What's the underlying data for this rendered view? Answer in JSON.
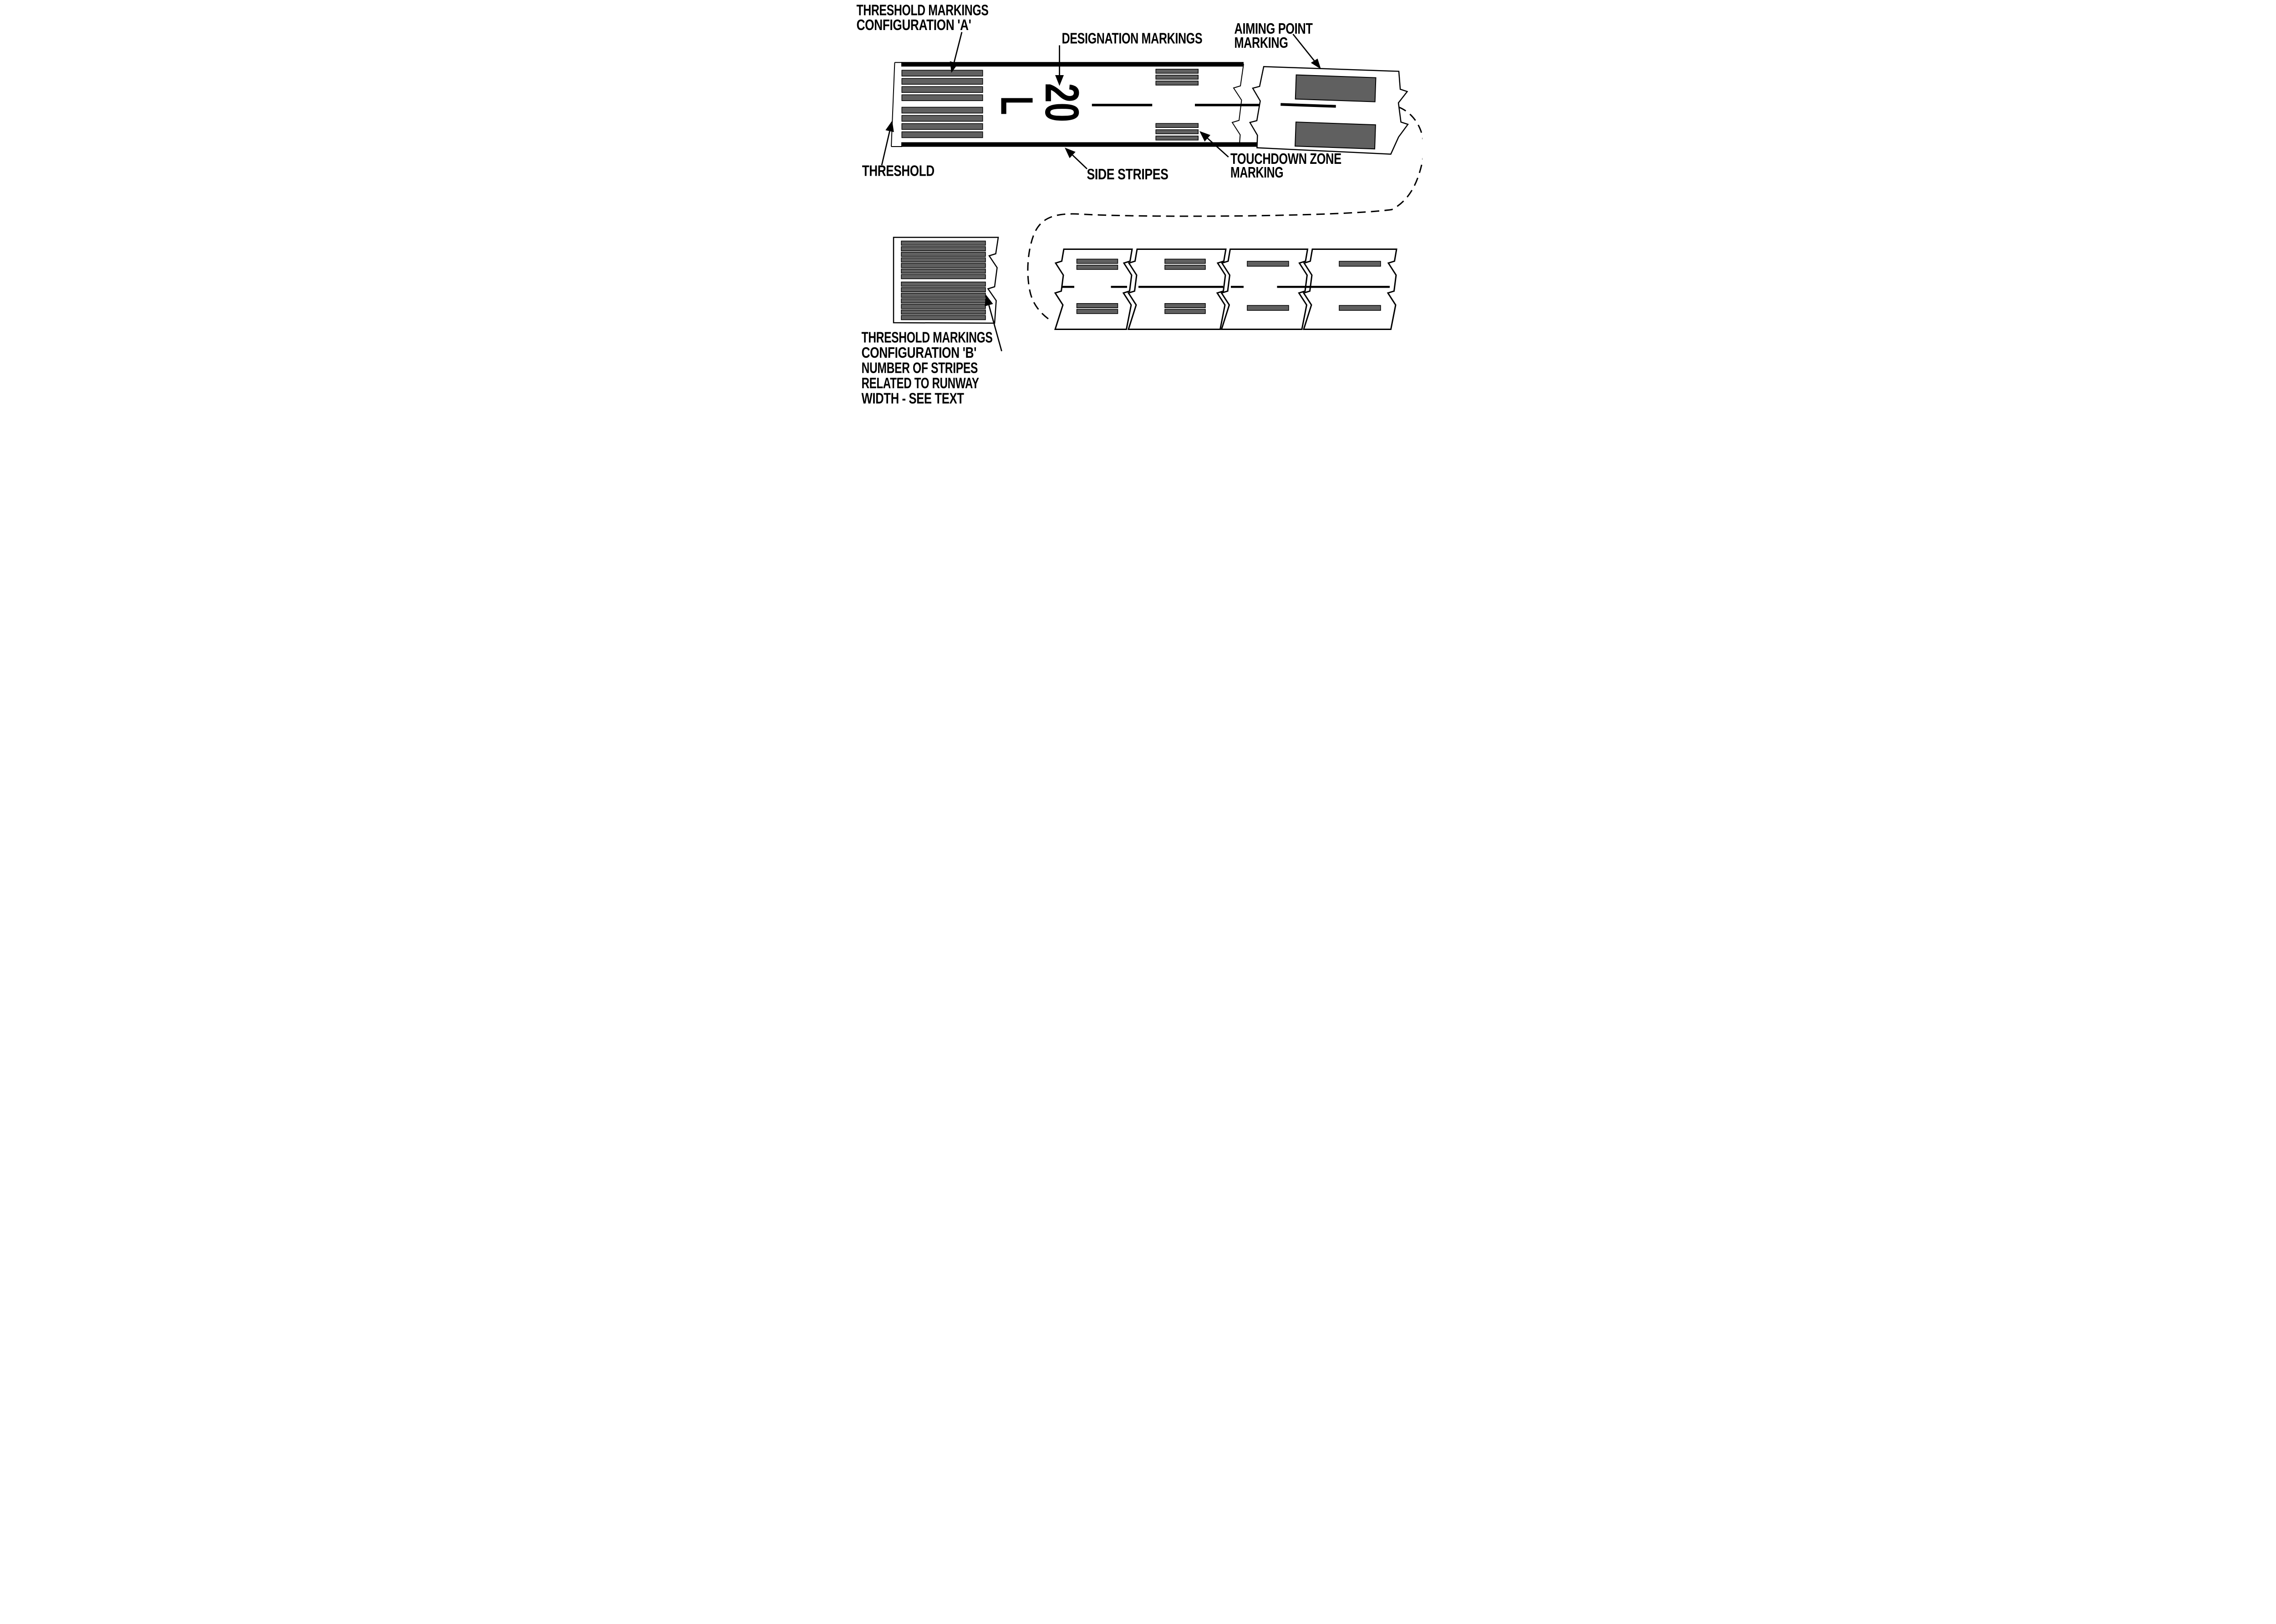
{
  "figure": {
    "labels": {
      "config_a": {
        "line1": "THRESHOLD MARKINGS",
        "line2": "CONFIGURATION 'A'"
      },
      "designation": "DESIGNATION MARKINGS",
      "aiming": {
        "line1": "AIMING POINT",
        "line2": "MARKING"
      },
      "threshold": "THRESHOLD",
      "side_stripes": "SIDE STRIPES",
      "touchdown": {
        "line1": "TOUCHDOWN ZONE",
        "line2": "MARKING"
      },
      "config_b": {
        "line1": "THRESHOLD MARKINGS",
        "line2": "CONFIGURATION 'B'",
        "line3": "NUMBER OF STRIPES",
        "line4": "RELATED TO RUNWAY",
        "line5": "WIDTH - SEE TEXT"
      }
    },
    "runway": {
      "designation_number": "20",
      "designation_letter": "L",
      "threshold_stripe_count_config_a": 8,
      "threshold_stripe_count_config_b": 14,
      "touchdown_zone_bars_per_group": 3,
      "aiming_point_bars": 2,
      "bottom_segment_bar_groups": [
        2,
        2,
        1,
        1
      ]
    },
    "colors": {
      "marking_gray": "#606060",
      "ink": "#000000",
      "paper": "#ffffff"
    }
  }
}
